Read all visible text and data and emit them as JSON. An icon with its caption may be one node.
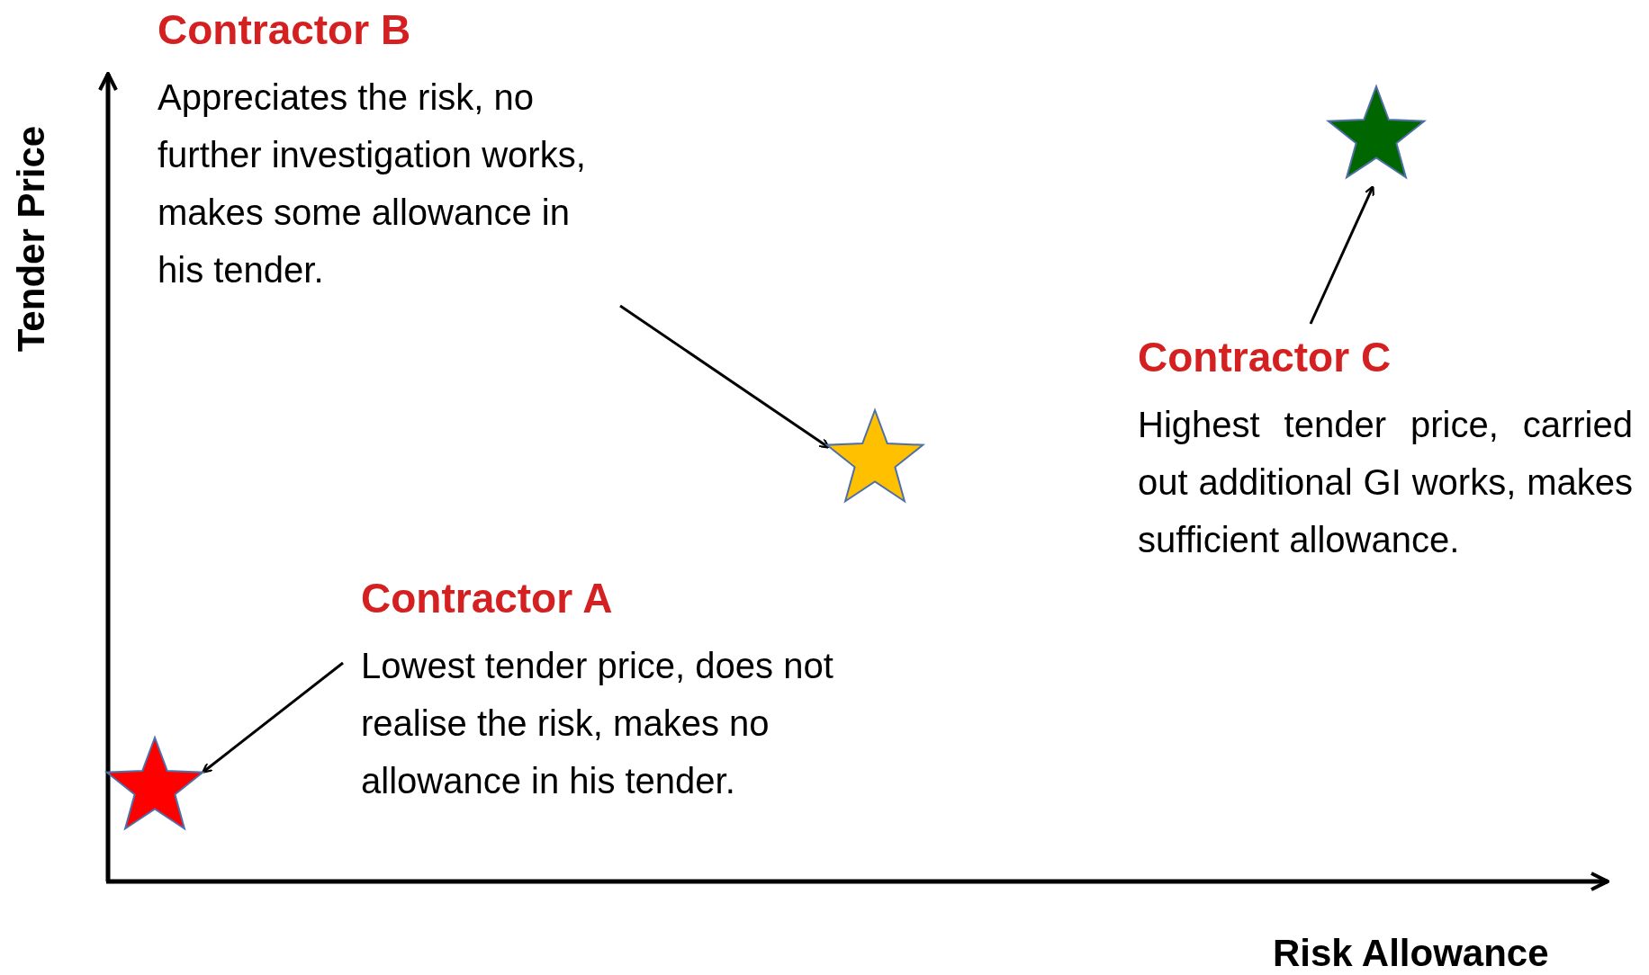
{
  "diagram": {
    "nodes": [
      {
        "text": [
          "Contractor B",
          "Appreciates the risk, no further investigation works, makes some allowance in his tender."
        ]
      },
      {
        "text": [],
        "shape": "star"
      },
      {
        "text": [
          "Contractor A",
          "Lowest tender price, does not realise the risk, makes no allowance in his tender."
        ]
      },
      {
        "text": [],
        "shape": "star"
      },
      {
        "text": [
          "Contractor C",
          "Highest tender price, carried out additional GI works, makes sufficient allowance."
        ]
      },
      {
        "text": [],
        "shape": "star"
      }
    ],
    "edges": [
      {
        "from": 0,
        "to": 1,
        "arrow": "to"
      },
      {
        "from": 2,
        "to": 3,
        "arrow": "to"
      },
      {
        "from": 4,
        "to": 5,
        "arrow": "to"
      }
    ],
    "labels": [
      "Tender Price",
      "Risk Allowance"
    ]
  }
}
